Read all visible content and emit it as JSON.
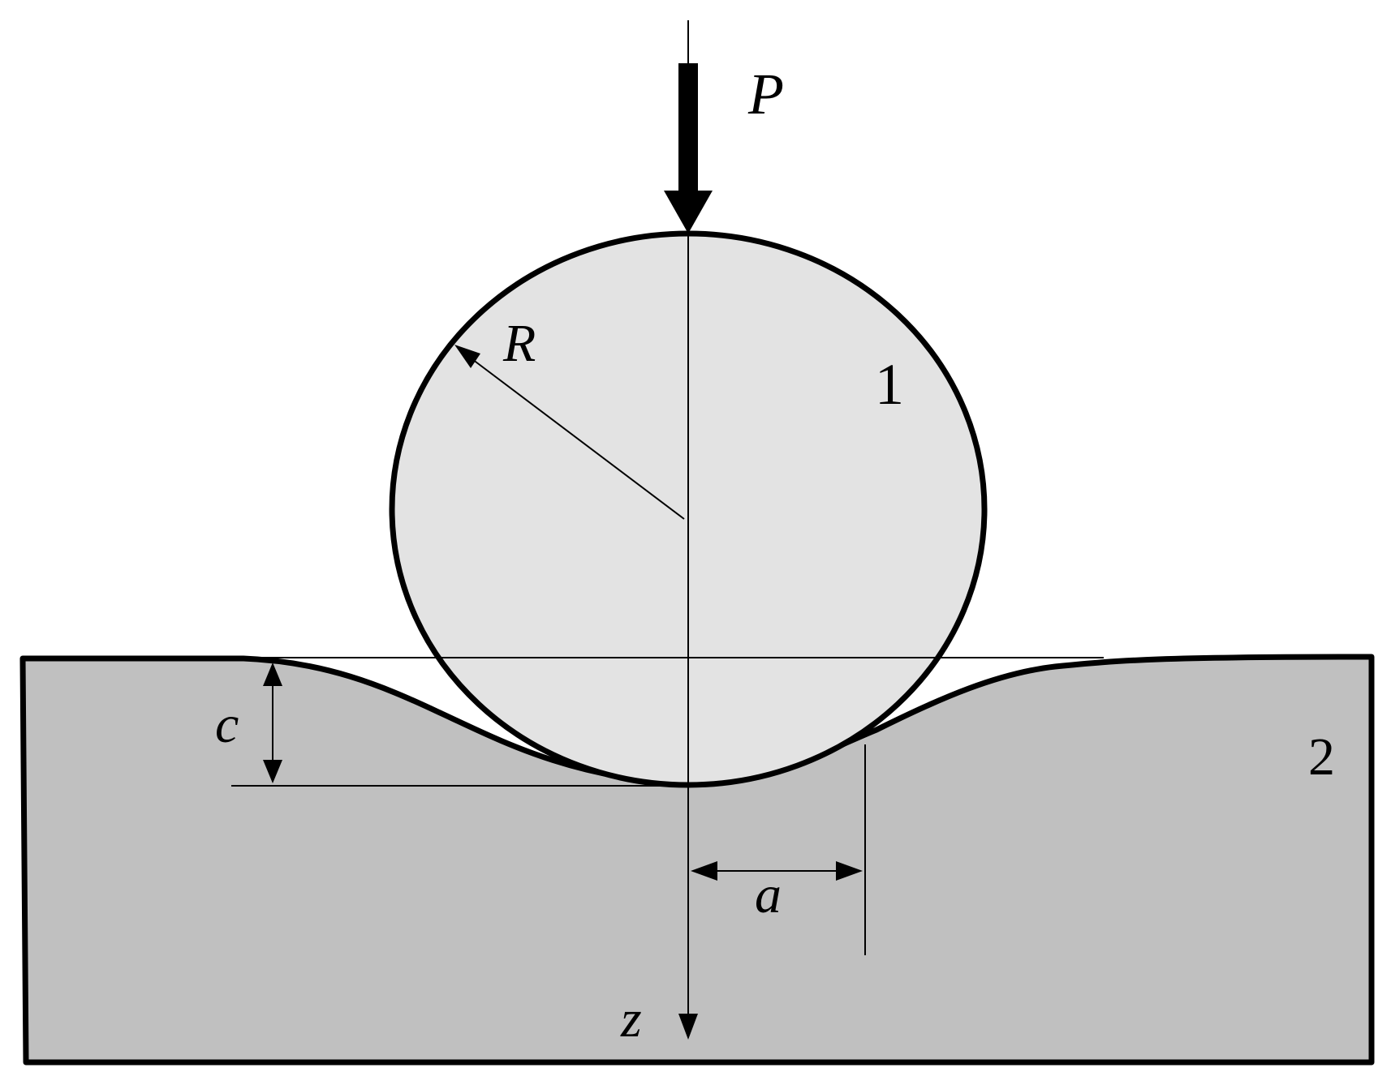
{
  "labels": {
    "load": "P",
    "radius": "R",
    "body_1": "1",
    "body_2": "2",
    "depth": "c",
    "contact_radius": "a",
    "axis": "z"
  },
  "colors": {
    "sphere_fill": "#e3e3e3",
    "substrate_fill": "#c0c0c0",
    "stroke": "#000000",
    "background": "#ffffff"
  }
}
